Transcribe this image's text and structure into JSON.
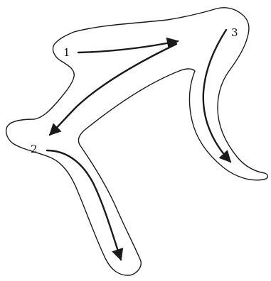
{
  "diagram": {
    "labels": {
      "one": "1",
      "two": "2",
      "three": "3"
    },
    "colors": {
      "stroke": "#1a1a1a",
      "background": "#ffffff"
    }
  }
}
